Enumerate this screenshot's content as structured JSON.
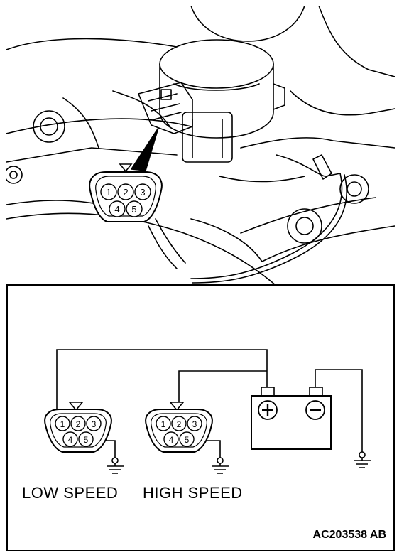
{
  "connectors": {
    "pins_top": [
      "1",
      "2",
      "3"
    ],
    "pins_bottom": [
      "4",
      "5"
    ]
  },
  "battery": {
    "positive_symbol": "+",
    "negative_symbol": "−"
  },
  "labels": {
    "low_speed": "LOW SPEED",
    "high_speed": "HIGH SPEED"
  },
  "reference_code": "AC203538 AB",
  "colors": {
    "line": "#000000",
    "background": "#ffffff"
  }
}
